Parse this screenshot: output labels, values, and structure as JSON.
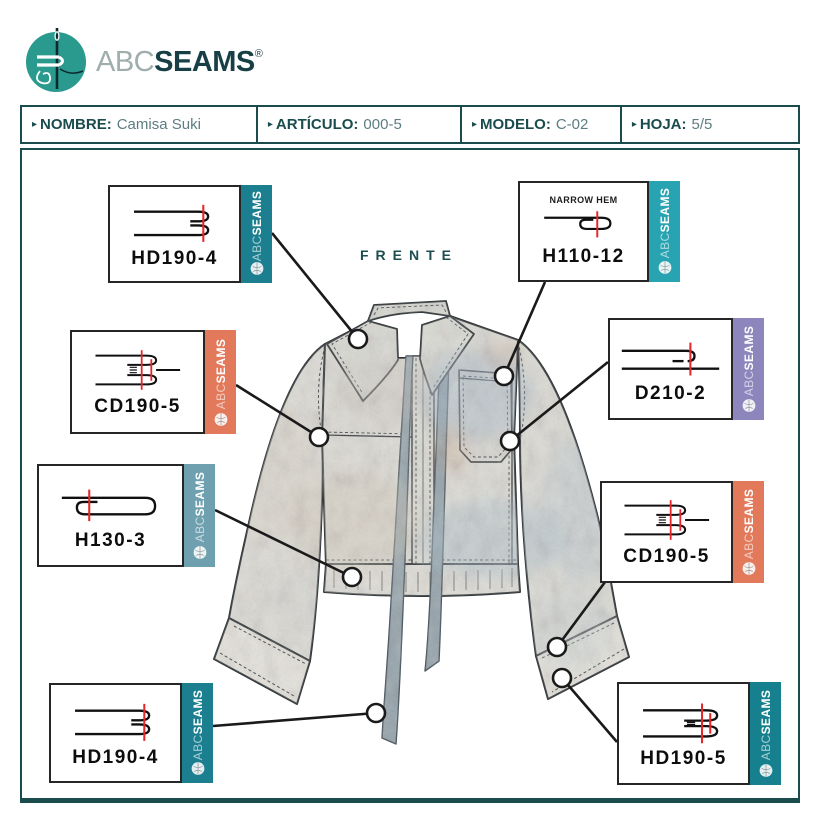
{
  "header": {
    "brand_light": "ABC",
    "brand_bold": "SEAMS",
    "registered": "®"
  },
  "info_bar": {
    "fields": [
      {
        "arrow": "▸",
        "label": "NOMBRE:",
        "value": "Camisa Suki"
      },
      {
        "arrow": "▸",
        "label": "ARTÍCULO:",
        "value": "000-5"
      },
      {
        "arrow": "▸",
        "label": "MODELO:",
        "value": "C-02"
      },
      {
        "arrow": "▸",
        "label": "HOJA:",
        "value": "5/5"
      }
    ]
  },
  "drawing": {
    "view_label": "FRENTE",
    "garment": "cropped jacket front view with neck ties"
  },
  "tab_brand": {
    "light": "ABC",
    "bold": "SEAMS"
  },
  "callouts": [
    {
      "code": "HD190-4",
      "tab_color": "#1b7f90",
      "position": "top-left"
    },
    {
      "code": "CD190-5",
      "tab_color": "#e2795b",
      "position": "left"
    },
    {
      "code": "H130-3",
      "tab_color": "#6fa0af",
      "position": "middle-left"
    },
    {
      "code": "HD190-4",
      "tab_color": "#1b7f90",
      "position": "bottom-left"
    },
    {
      "code": "H110-12",
      "tab_color": "#28a3b1",
      "note": "NARROW HEM",
      "position": "top-right"
    },
    {
      "code": "D210-2",
      "tab_color": "#8d86bd",
      "position": "right"
    },
    {
      "code": "CD190-5",
      "tab_color": "#e2795b",
      "position": "middle-right"
    },
    {
      "code": "HD190-5",
      "tab_color": "#17808f",
      "position": "bottom-right"
    }
  ],
  "colors": {
    "dark_teal": "#1a4c4e",
    "logo_teal": "#2a9a8e",
    "diagram_red": "#e8262a",
    "callout_line": "#1a1a1a"
  }
}
